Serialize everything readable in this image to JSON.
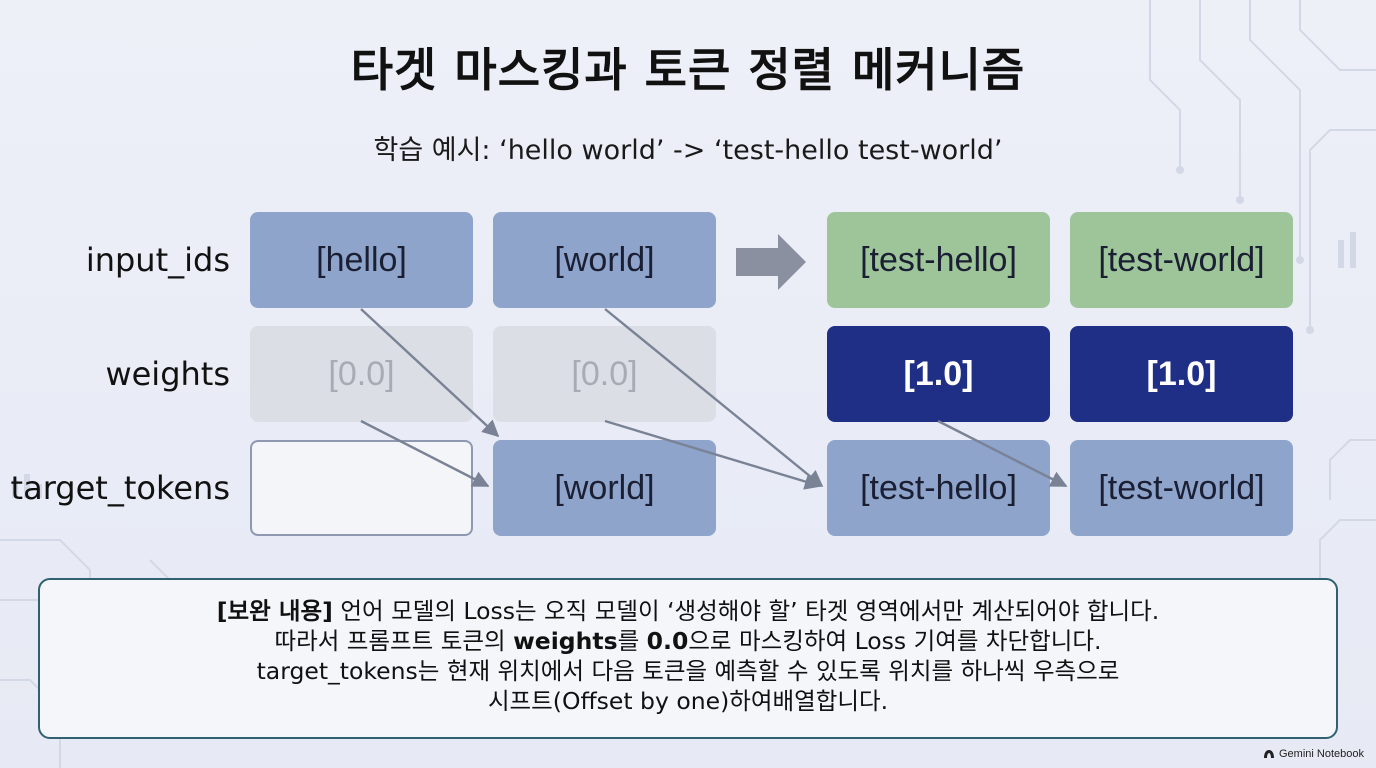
{
  "title": "타겟 마스킹과 토큰 정렬 메커니즘",
  "subtitle": "학습 예시: ‘hello world’ -> ‘test-hello test-world’",
  "rows": {
    "input_ids": {
      "label": "input_ids",
      "cells": [
        "[hello]",
        "[world]",
        "[test-hello]",
        "[test-world]"
      ]
    },
    "weights": {
      "label": "weights",
      "cells": [
        "[0.0]",
        "[0.0]",
        "[1.0]",
        "[1.0]"
      ]
    },
    "target_tokens": {
      "label": "target_tokens",
      "cells": [
        "",
        "[world]",
        "[test-hello]",
        "[test-world]"
      ]
    }
  },
  "colors": {
    "prompt_token": "#8fa4ca",
    "completion_token": "#9ec49a",
    "masked_weight": "#dcdee5",
    "active_weight": "#1f2f86",
    "note_border": "#2f6171"
  },
  "note": {
    "line1_bold": "[보완 내용]",
    "line1_rest": " 언어 모델의 Loss는 오직 모델이 ‘생성해야 할’ 타겟 영역에서만 계산되어야 합니다.",
    "line2_a": "따라서 프롬프트 토큰의 ",
    "line2_bold1": "weights",
    "line2_b": "를 ",
    "line2_bold2": "0.0",
    "line2_c": "으로 마스킹하여 Loss 기여를 차단합니다.",
    "line3": "target_tokens는 현재 위치에서 다음 토큰을 예측할 수 있도록 위치를 하나씩 우측으로",
    "line4": "시프트(Offset by one)하여배열합니다."
  },
  "footer": {
    "logo_icon": "gemini-notebook-icon",
    "logo_text": "Gemini Notebook"
  }
}
